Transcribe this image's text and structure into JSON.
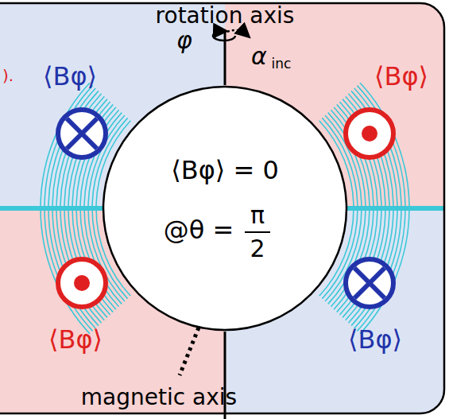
{
  "diagram": {
    "nodes": [
      {
        "text": [
          "⟨Bφ⟩ = 0",
          "@θ =",
          "π",
          "2"
        ]
      }
    ],
    "labels": [
      "rotation axis",
      "φ",
      "α",
      "inc",
      "⟨Bφ⟩",
      "⟨Bφ⟩",
      "⟨Bφ⟩",
      "⟨Bφ⟩",
      "magnetic axis",
      ")."
    ]
  }
}
